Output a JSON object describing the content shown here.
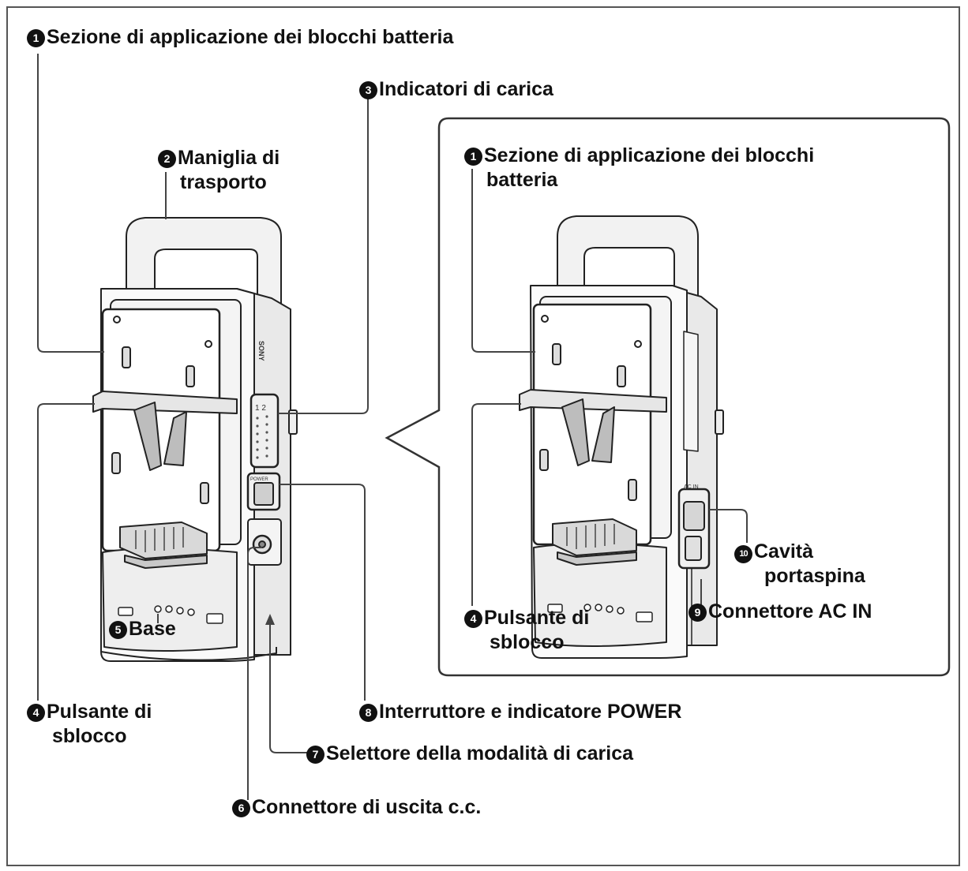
{
  "labels": {
    "battery_section": {
      "num": "1",
      "text": "Sezione di applicazione dei blocchi batteria"
    },
    "carry_handle": {
      "num": "2",
      "line1": "Maniglia di",
      "line2": "trasporto"
    },
    "charge_indicators": {
      "num": "3",
      "text": "Indicatori di carica"
    },
    "release_button": {
      "num": "4",
      "line1": "Pulsante di",
      "line2": "sblocco"
    },
    "base": {
      "num": "5",
      "text": "Base"
    },
    "dc_output": {
      "num": "6",
      "text": "Connettore di uscita c.c."
    },
    "charge_mode_selector": {
      "num": "7",
      "text": "Selettore della modalità di carica"
    },
    "power_switch": {
      "num": "8",
      "text": "Interruttore e indicatore POWER"
    },
    "ac_in": {
      "num": "9",
      "text": "Connettore AC IN"
    },
    "plug_cavity": {
      "num": "10",
      "line1": "Cavità",
      "line2": "portaspina"
    }
  },
  "inset_labels": {
    "battery_section": {
      "num": "1",
      "line1": "Sezione di applicazione dei blocchi",
      "line2": "batteria"
    },
    "release_button": {
      "num": "4",
      "line1": "Pulsante di",
      "line2": "sblocco"
    }
  },
  "device_markings": {
    "brand": "SONY",
    "power": "POWER",
    "ac_in": "AC IN",
    "channels": "1 2"
  }
}
